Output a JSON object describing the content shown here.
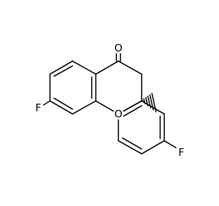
{
  "molecule": {
    "atoms": {
      "oxygen_carbonyl": "O",
      "oxygen_ring": "O",
      "fluorine_left": "F",
      "fluorine_right": "F"
    },
    "colors": {
      "bond": "#000000",
      "oxygen_label": "#000000",
      "fluorine_label": "#000000",
      "background": "#ffffff"
    }
  }
}
